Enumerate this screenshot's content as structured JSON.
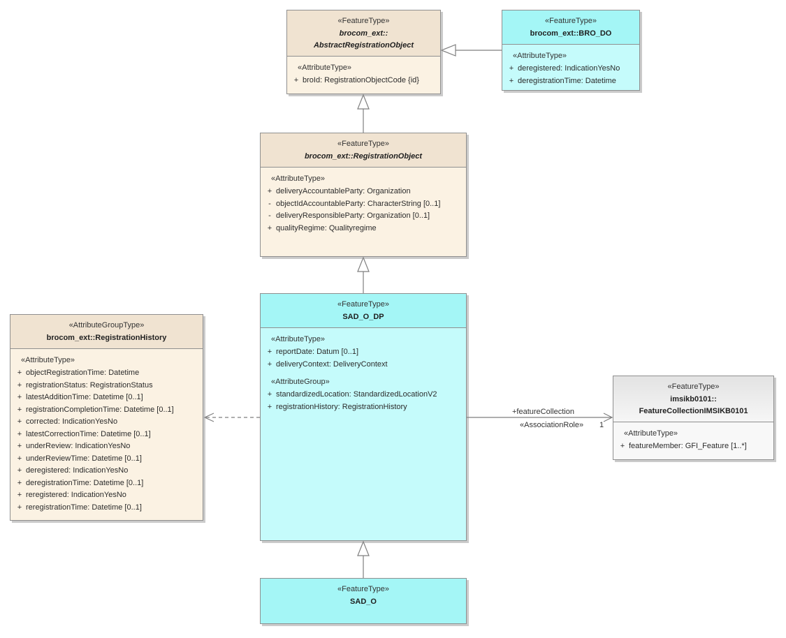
{
  "colors": {
    "beige_header": "#f0e3d1",
    "beige_body": "#fbf2e3",
    "cyan_header": "#a4f6f6",
    "cyan_body": "#c5fbfb",
    "gray_header": "#e3e3e3",
    "gray_body": "#f8f8f8",
    "border": "#8f8f8f",
    "connector": "#7f7f7f"
  },
  "nodes": {
    "aro": {
      "stereotype": "«FeatureType»",
      "name_line1": "brocom_ext::",
      "name_line2": "AbstractRegistrationObject",
      "sections": [
        {
          "label": "«AttributeType»",
          "attributes": [
            {
              "vis": "+",
              "text": "broId: RegistrationObjectCode {id}"
            }
          ]
        }
      ]
    },
    "bro_do": {
      "stereotype": "«FeatureType»",
      "name_line1": "brocom_ext::BRO_DO",
      "sections": [
        {
          "label": "«AttributeType»",
          "attributes": [
            {
              "vis": "+",
              "text": "deregistered: IndicationYesNo"
            },
            {
              "vis": "+",
              "text": "deregistrationTime: Datetime"
            }
          ]
        }
      ]
    },
    "registration_object": {
      "stereotype": "«FeatureType»",
      "name_line1": "brocom_ext::RegistrationObject",
      "sections": [
        {
          "label": "«AttributeType»",
          "attributes": [
            {
              "vis": "+",
              "text": "deliveryAccountableParty: Organization"
            },
            {
              "vis": "-",
              "text": "objectIdAccountableParty: CharacterString [0..1]"
            },
            {
              "vis": "-",
              "text": "deliveryResponsibleParty: Organization [0..1]"
            },
            {
              "vis": "+",
              "text": "qualityRegime: Qualityregime"
            }
          ]
        }
      ]
    },
    "sad_o_dp": {
      "stereotype": "«FeatureType»",
      "name_line1": "SAD_O_DP",
      "sections": [
        {
          "label": "«AttributeType»",
          "attributes": [
            {
              "vis": "+",
              "text": "reportDate: Datum [0..1]"
            },
            {
              "vis": "+",
              "text": "deliveryContext: DeliveryContext"
            }
          ]
        },
        {
          "label": "«AttributeGroup»",
          "attributes": [
            {
              "vis": "+",
              "text": "standardizedLocation: StandardizedLocationV2"
            },
            {
              "vis": "+",
              "text": "registrationHistory: RegistrationHistory"
            }
          ]
        }
      ]
    },
    "registration_history": {
      "stereotype": "«AttributeGroupType»",
      "name_line1": "brocom_ext::RegistrationHistory",
      "sections": [
        {
          "label": "«AttributeType»",
          "attributes": [
            {
              "vis": "+",
              "text": "objectRegistrationTime: Datetime"
            },
            {
              "vis": "+",
              "text": "registrationStatus: RegistrationStatus"
            },
            {
              "vis": "+",
              "text": "latestAdditionTime: Datetime [0..1]"
            },
            {
              "vis": "+",
              "text": "registrationCompletionTime: Datetime [0..1]"
            },
            {
              "vis": "+",
              "text": "corrected: IndicationYesNo"
            },
            {
              "vis": "+",
              "text": "latestCorrectionTime: Datetime [0..1]"
            },
            {
              "vis": "+",
              "text": "underReview: IndicationYesNo"
            },
            {
              "vis": "+",
              "text": "underReviewTime: Datetime [0..1]"
            },
            {
              "vis": "+",
              "text": "deregistered: IndicationYesNo"
            },
            {
              "vis": "+",
              "text": "deregistrationTime: Datetime [0..1]"
            },
            {
              "vis": "+",
              "text": "reregistered: IndicationYesNo"
            },
            {
              "vis": "+",
              "text": "reregistrationTime: Datetime [0..1]"
            }
          ]
        }
      ]
    },
    "feature_collection": {
      "stereotype": "«FeatureType»",
      "name_line1": "imsikb0101::",
      "name_line2": "FeatureCollectionIMSIKB0101",
      "sections": [
        {
          "label": "«AttributeType»",
          "attributes": [
            {
              "vis": "+",
              "text": "featureMember: GFI_Feature [1..*]"
            }
          ]
        }
      ]
    },
    "sad_o": {
      "stereotype": "«FeatureType»",
      "name_line1": "SAD_O"
    }
  },
  "edges": {
    "feature_collection_association": {
      "role_label": "+featureCollection",
      "stereotype_label": "«AssociationRole»",
      "target_multiplicity": "1"
    }
  }
}
